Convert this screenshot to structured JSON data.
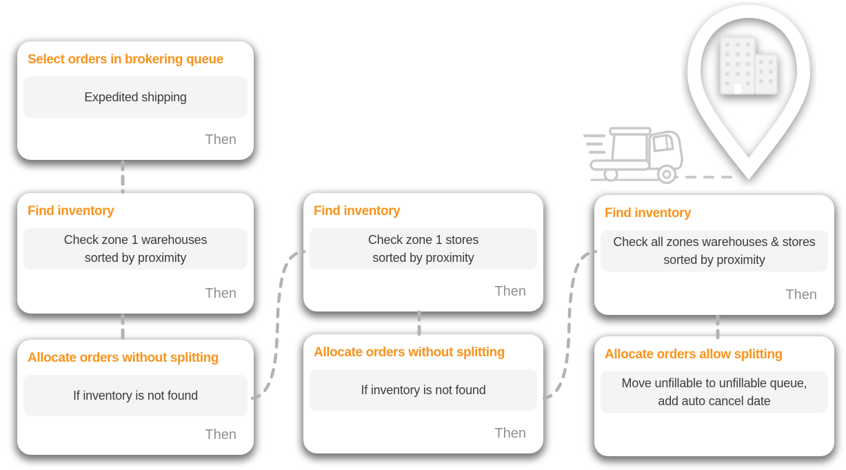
{
  "palette": {
    "accent_orange": "#F7941E",
    "card_background": "#FFFFFF",
    "condition_background": "#F4F4F4",
    "body_text": "#3C3C3C",
    "then_text": "#8F8F8F",
    "connector_gray": "#B2B2B2",
    "illustration_gray": "#C9C9C9"
  },
  "flow": {
    "columns": [
      {
        "name": "attempt-1",
        "cards": [
          {
            "title": "Select orders in brokering queue",
            "condition": "Expedited shipping",
            "footer": "Then"
          },
          {
            "title": "Find inventory",
            "condition": "Check zone 1 warehouses\nsorted by proximity",
            "footer": "Then"
          },
          {
            "title": "Allocate orders without splitting",
            "condition": "If inventory is not found",
            "footer": "Then"
          }
        ]
      },
      {
        "name": "attempt-2",
        "cards": [
          {
            "title": "Find inventory",
            "condition": "Check zone 1 stores\nsorted by proximity",
            "footer": "Then"
          },
          {
            "title": "Allocate orders without splitting",
            "condition": "If inventory is not found",
            "footer": "Then"
          }
        ]
      },
      {
        "name": "attempt-3",
        "cards": [
          {
            "title": "Find inventory",
            "condition": "Check all zones warehouses & stores\nsorted by proximity",
            "footer": "Then"
          },
          {
            "title": "Allocate orders allow splitting",
            "condition": "Move unfillable to unfillable queue,\nadd auto cancel date",
            "footer": ""
          }
        ]
      }
    ]
  },
  "icons": {
    "truck": "delivery-truck-icon",
    "pin": "location-pin-icon",
    "building": "warehouse-building-icon"
  }
}
